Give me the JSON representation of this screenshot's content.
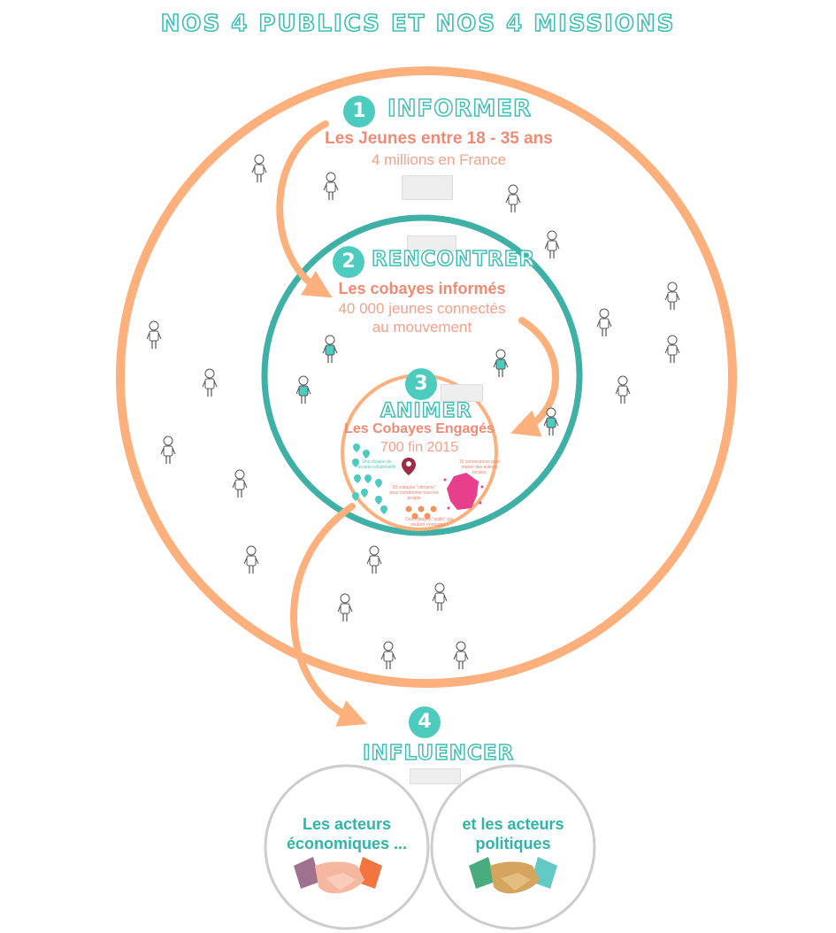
{
  "title": "NOS 4 PUBLICS ET NOS 4 MISSIONS",
  "colors": {
    "orange": "#fdb07c",
    "teal": "#3fb0a6",
    "salmon": "#f08a74",
    "grey": "#cccccc",
    "pink": "#e83e8c"
  },
  "missions": [
    {
      "number": "1",
      "name": "INFORMER",
      "audience": "Les Jeunes entre 18 - 35 ans",
      "detail": "4 millions en France"
    },
    {
      "number": "2",
      "name": "RENCONTRER",
      "audience": "Les cobayes informés",
      "detail_line1": "40 000 jeunes connectés",
      "detail_line2": "au mouvement"
    },
    {
      "number": "3",
      "name": "ANIMER",
      "audience": "Les Cobayes Engagés",
      "detail": "700 fin 2015"
    },
    {
      "number": "4",
      "name": "INFLUENCER"
    }
  ],
  "animer_notes": {
    "note1_l1": "Une dizaine de",
    "note1_l2": "projets collaboratifs",
    "note2_l1": "15 connectrices pour",
    "note2_l2": "mener des actions",
    "note2_l3": "locales",
    "note3_l1": "20 cobayes \"citoyens\"",
    "note3_l2": "pour coordonner tous les",
    "note3_l3": "projets",
    "note4_l1": "Des cobayes \"actifs\" qui",
    "note4_l2": "veulent s'engager !"
  },
  "actors": {
    "economic_line1": "Les acteurs",
    "economic_line2": "économiques ...",
    "political_line1": "et les acteurs",
    "political_line2": "politiques"
  },
  "icons": [
    "person-icon",
    "handshake-icon",
    "map-pin-icon",
    "france-map-icon"
  ]
}
